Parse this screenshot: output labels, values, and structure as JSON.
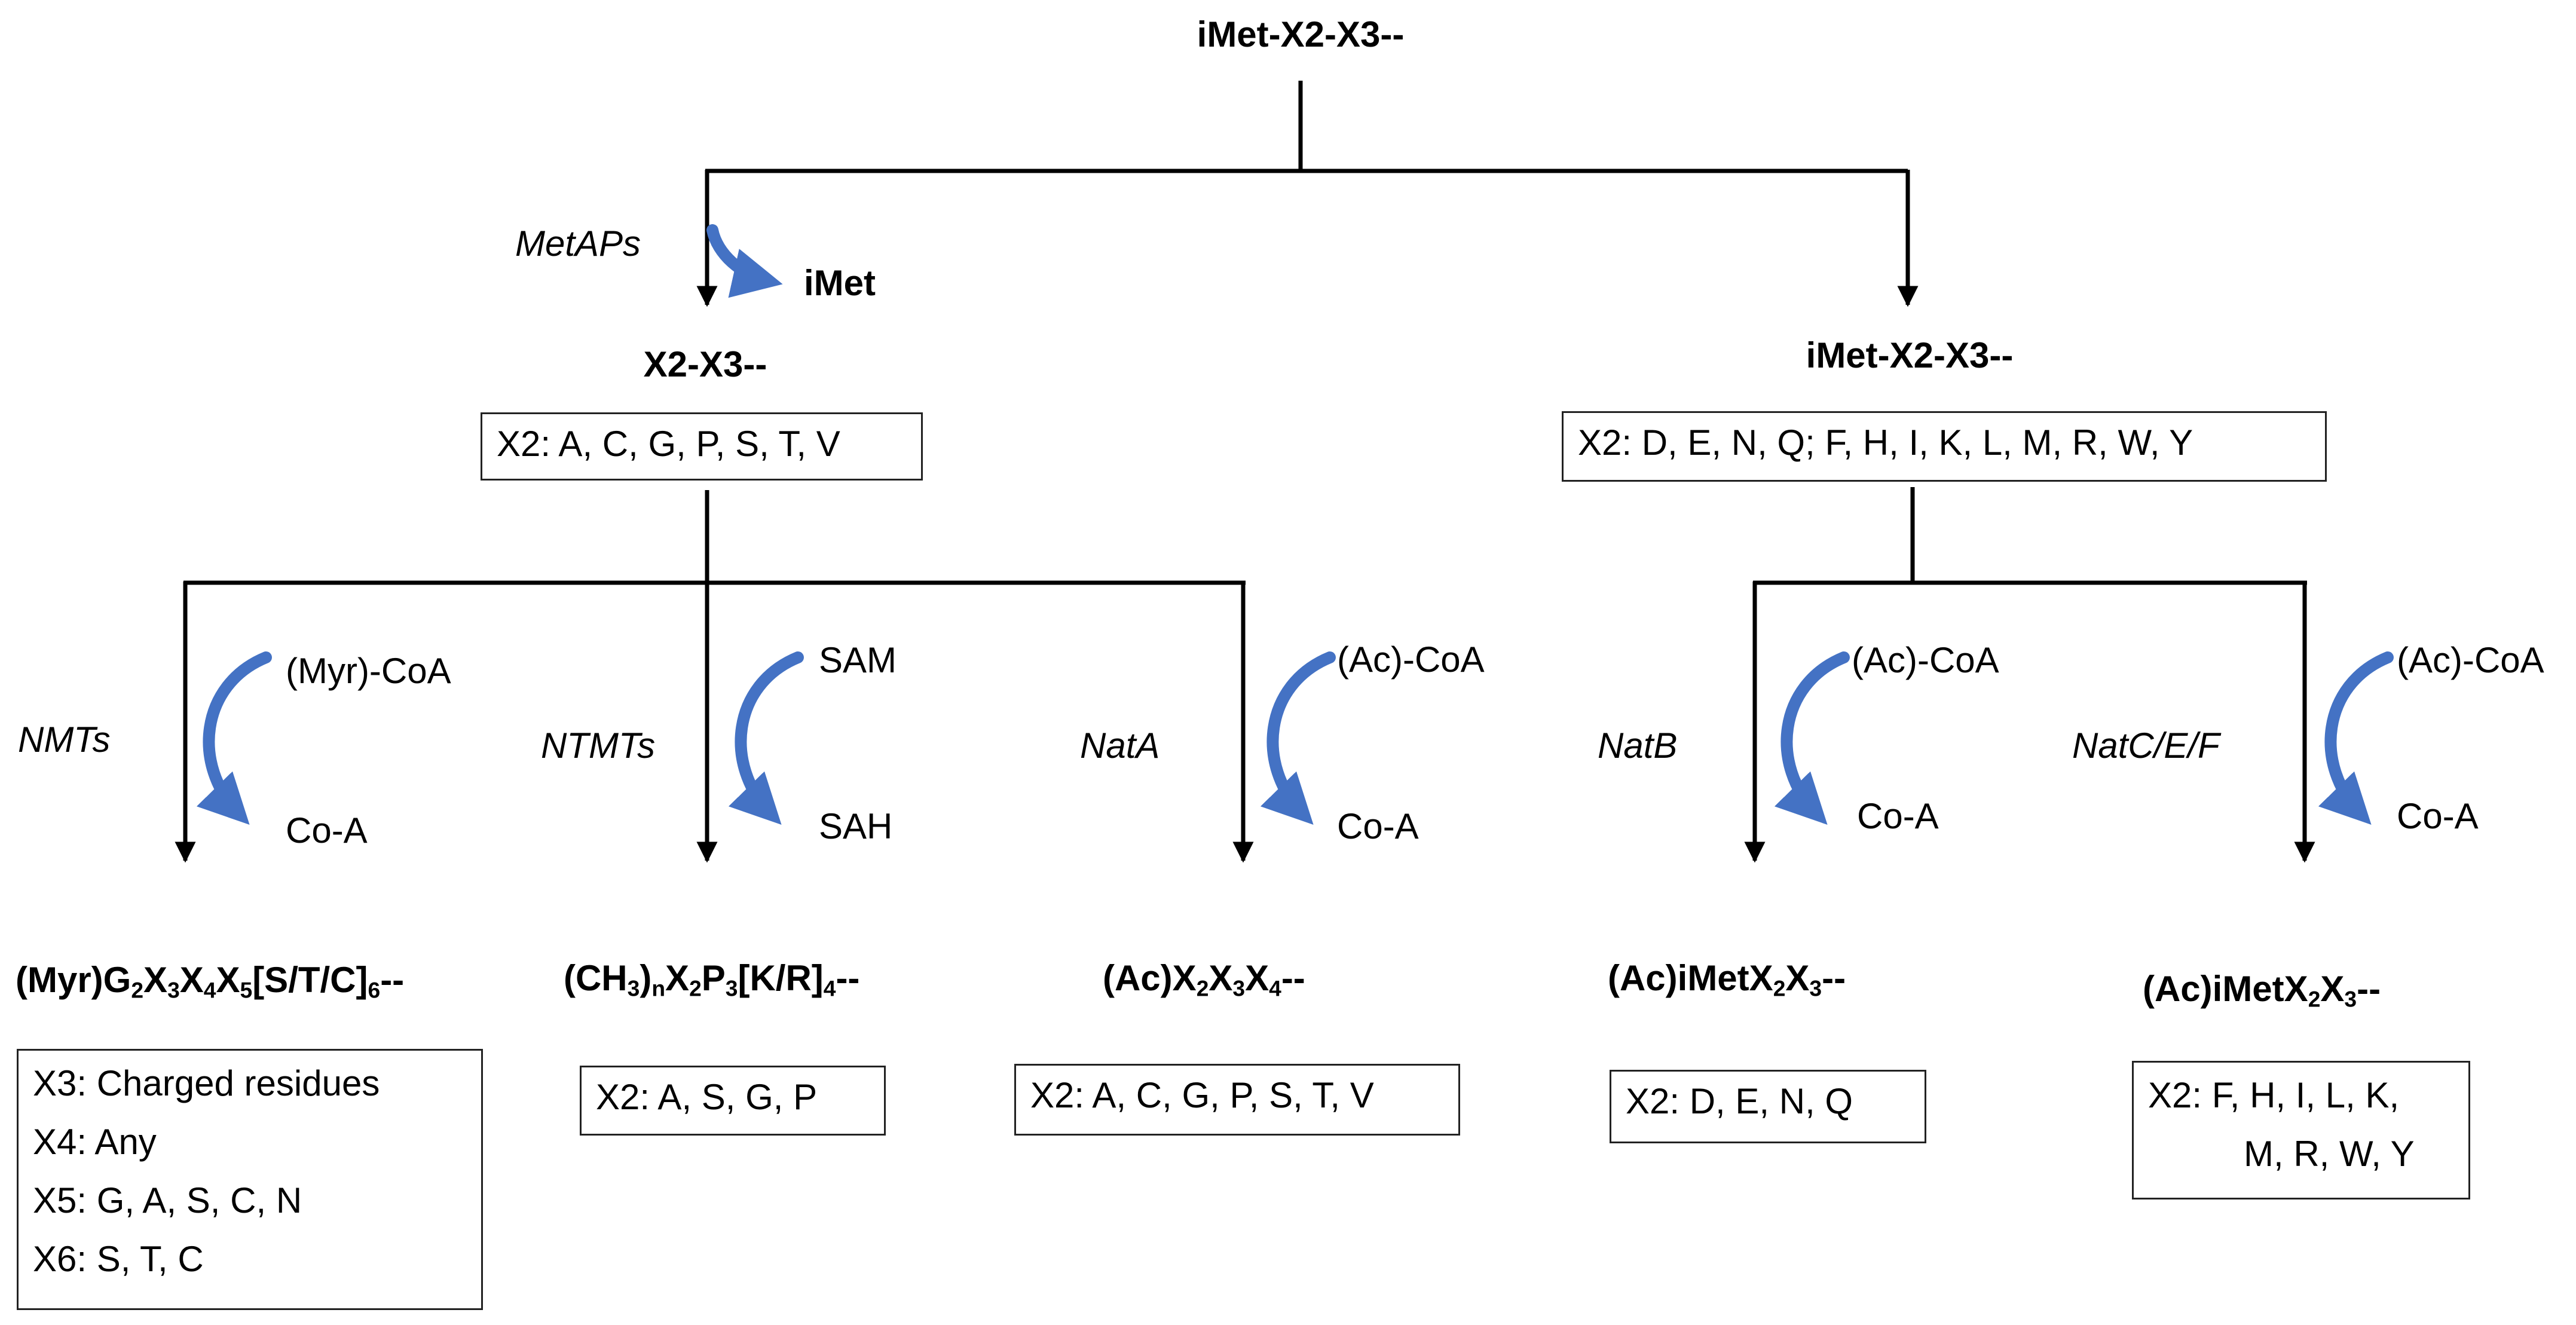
{
  "root": {
    "label": "iMet-X2-X3--"
  },
  "left_branch": {
    "enzyme": "MetAPs",
    "product": "iMet",
    "result": "X2-X3--",
    "x2_box": "X2: A, C, G, P, S, T, V"
  },
  "right_branch": {
    "result": "iMet-X2-X3--",
    "x2_box": "X2: D, E, N, Q; F, H, I, K, L, M, R, W, Y"
  },
  "nmt": {
    "enzyme": "NMTs",
    "substrate": "(Myr)-CoA",
    "byproduct": "Co-A",
    "formula": [
      "(Myr)G",
      "2",
      "X",
      "3",
      "X",
      "4",
      "X",
      "5",
      "[S/T/C]",
      "6",
      "--"
    ],
    "box_lines": [
      "X3: Charged residues",
      "X4: Any",
      "X5: G, A, S, C, N",
      "X6: S, T, C"
    ]
  },
  "ntmt": {
    "enzyme": "NTMTs",
    "substrate": "SAM",
    "byproduct": "SAH",
    "formula": [
      "(CH",
      "3",
      ")",
      "n",
      "X",
      "2",
      "P",
      "3",
      "[K/R]",
      "4",
      "--"
    ],
    "box_lines": [
      "X2: A, S, G, P"
    ]
  },
  "nata": {
    "enzyme": "NatA",
    "substrate": "(Ac)-CoA",
    "byproduct": "Co-A",
    "formula": [
      "(Ac)X",
      "2",
      "X",
      "3",
      "X",
      "4",
      "--"
    ],
    "box_lines": [
      "X2: A, C, G, P, S, T, V"
    ]
  },
  "natb": {
    "enzyme": "NatB",
    "substrate": "(Ac)-CoA",
    "byproduct": "Co-A",
    "formula": [
      "(Ac)iMetX",
      "2",
      "X",
      "3",
      "--"
    ],
    "box_lines": [
      "X2: D, E, N, Q"
    ]
  },
  "natc": {
    "enzyme": "NatC/E/F",
    "substrate": "(Ac)-CoA",
    "byproduct": "Co-A",
    "formula": [
      "(Ac)iMetX",
      "2",
      "X",
      "3",
      "--"
    ],
    "box_lines": [
      "X2: F, H, I, L, K,",
      "M, R, W, Y"
    ]
  },
  "colors": {
    "line": "#000000",
    "curve_arrow": "#4472C4",
    "box_border": "#222222"
  }
}
